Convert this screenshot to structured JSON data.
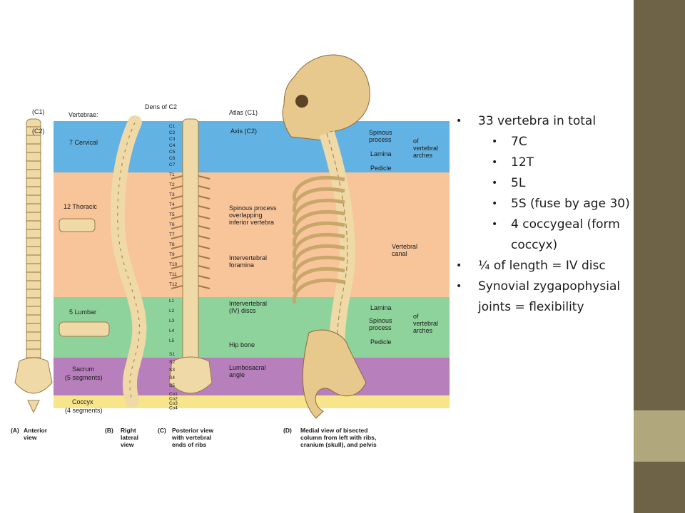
{
  "bullets": [
    {
      "level": 1,
      "text": "33 vertebra in total"
    },
    {
      "level": 2,
      "text": "7C"
    },
    {
      "level": 2,
      "text": "12T"
    },
    {
      "level": 2,
      "text": "5L"
    },
    {
      "level": 2,
      "text": "5S (fuse by age 30)"
    },
    {
      "level": 2,
      "text": "4 coccygeal (form coccyx)"
    },
    {
      "level": 1,
      "text": "¼ of length = IV disc"
    },
    {
      "level": 1,
      "text": "Synovial zygapophysial joints = flexibility"
    }
  ],
  "figure": {
    "region_colors": {
      "cervical": "#62b3e3",
      "thoracic": "#f8c49a",
      "lumbar": "#8fd39c",
      "sacrum": "#b87fbd",
      "coccyx": "#f6e58a"
    },
    "labels": {
      "c1": "(C1)",
      "c2": "(C2)",
      "vertebrae": "Vertebrae:",
      "cervical": "7 Cervical",
      "thoracic": "12 Thoracic",
      "lumbar": "5 Lumbar",
      "sacrum": "Sacrum",
      "sacrum_sub": "(5 segments)",
      "coccyx": "Coccyx",
      "coccyx_sub": "(4 segments)",
      "dens": "Dens of C2",
      "atlas": "Atlas (C1)",
      "axis": "Axis (C2)",
      "spinous_process_top": "Spinous\nprocess",
      "lamina_top": "Lamina",
      "pedicle_top": "Pedicle",
      "of_vertebral_arches_top": "of\nvertebral\narches",
      "spinous_overlap": "Spinous process\noverlapping\ninferior vertebra",
      "intervertebral_foramina": "Intervertebral\nforamina",
      "vertebral_canal": "Vertebral\ncanal",
      "iv_discs": "Intervertebral\n(IV) discs",
      "lamina_bottom": "Lamina",
      "spinous_process_bottom": "Spinous\nprocess",
      "pedicle_bottom": "Pedicle",
      "of_vertebral_arches_bottom": "of\nvertebral\narches",
      "hip_bone": "Hip bone",
      "lumbosacral": "Lumbosacral\nangle",
      "levels_c": [
        "C1",
        "C2",
        "C3",
        "C4",
        "C5",
        "C6",
        "C7"
      ],
      "levels_t": [
        "T1",
        "T2",
        "T3",
        "T4",
        "T5",
        "T6",
        "T7",
        "T8",
        "T9",
        "T10",
        "T11",
        "T12"
      ],
      "levels_l": [
        "L1",
        "L2",
        "L3",
        "L4",
        "L5"
      ],
      "levels_s": [
        "S1",
        "S2",
        "S3",
        "S4",
        "S5"
      ],
      "levels_co": [
        "Co1",
        "Co2",
        "Co3",
        "Co4"
      ]
    },
    "captions": {
      "a_letter": "(A)",
      "a_text": "Anterior\nview",
      "b_letter": "(B)",
      "b_text": "Right\nlateral\nview",
      "c_letter": "(C)",
      "c_text": "Posterior view\nwith vertebral\nends of ribs",
      "d_letter": "(D)",
      "d_text": "Medial view of bisected\ncolumn from left with ribs,\ncranium (skull), and pelvis"
    }
  }
}
